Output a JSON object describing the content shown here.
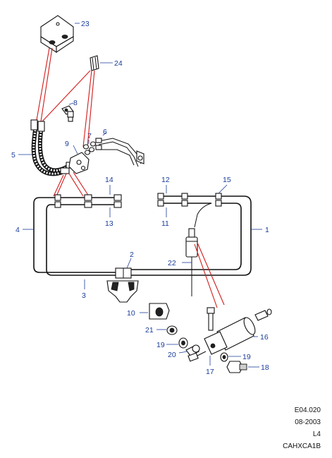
{
  "callouts": [
    {
      "id": "c23",
      "text": "23"
    },
    {
      "id": "c24",
      "text": "24"
    },
    {
      "id": "c8",
      "text": "8"
    },
    {
      "id": "c7",
      "text": "7"
    },
    {
      "id": "c6",
      "text": "6"
    },
    {
      "id": "c9",
      "text": "9"
    },
    {
      "id": "c5",
      "text": "5"
    },
    {
      "id": "c14",
      "text": "14"
    },
    {
      "id": "c12",
      "text": "12"
    },
    {
      "id": "c15",
      "text": "15"
    },
    {
      "id": "c4",
      "text": "4"
    },
    {
      "id": "c13",
      "text": "13"
    },
    {
      "id": "c11",
      "text": "11"
    },
    {
      "id": "c1",
      "text": "1"
    },
    {
      "id": "c2",
      "text": "2"
    },
    {
      "id": "c22",
      "text": "22"
    },
    {
      "id": "c3",
      "text": "3"
    },
    {
      "id": "c10",
      "text": "10"
    },
    {
      "id": "c21",
      "text": "21"
    },
    {
      "id": "c16",
      "text": "16"
    },
    {
      "id": "c19a",
      "text": "19"
    },
    {
      "id": "c20",
      "text": "20"
    },
    {
      "id": "c19b",
      "text": "19"
    },
    {
      "id": "c18",
      "text": "18"
    },
    {
      "id": "c17",
      "text": "17"
    }
  ],
  "reference": {
    "code": "E04.020",
    "date": "08-2003",
    "level": "L4",
    "drawing_id": "CAHXCA1B"
  },
  "colors": {
    "callout": "#1a3c9a",
    "leader_red": "#d21a1a",
    "line": "#111111"
  }
}
